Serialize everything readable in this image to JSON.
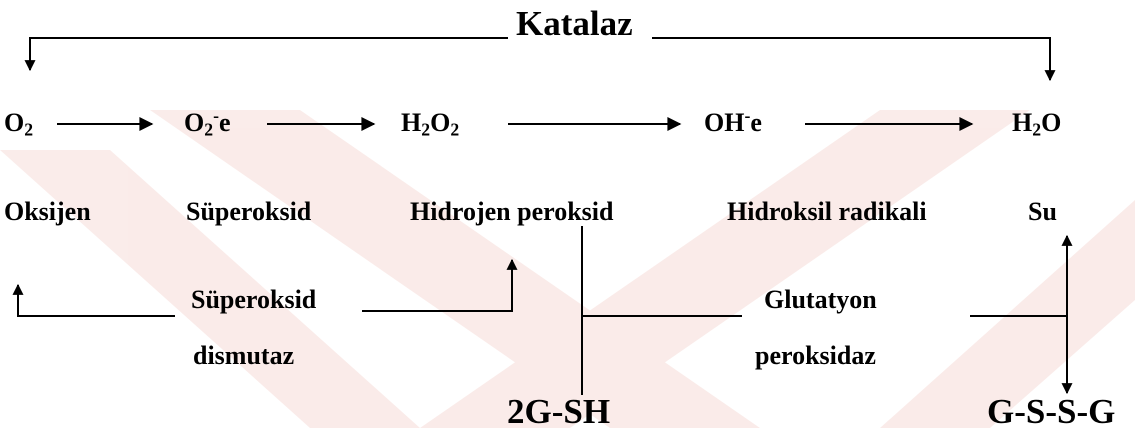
{
  "enzymes": {
    "catalase": "Katalaz",
    "sod_line1": "Süperoksid",
    "sod_line2": "dismutaz",
    "gpx_line1": "Glutatyon",
    "gpx_line2": "peroksidaz"
  },
  "species": {
    "o2": {
      "base": "O",
      "sub": "2"
    },
    "superoxide": {
      "base": "O",
      "sub": "2",
      "sup": "-",
      "tail": "e"
    },
    "h2o2": {
      "p1": "H",
      "s1": "2",
      "p2": "O",
      "s2": "2"
    },
    "hydroxyl": {
      "base": "OH",
      "sup": "-",
      "tail": "e"
    },
    "water": {
      "p1": "H",
      "s1": "2",
      "p2": "O"
    }
  },
  "names": {
    "oxygen": "Oksijen",
    "superoxide": "Süperoksid",
    "h2o2": "Hidrojen peroksid",
    "hydroxyl": "Hidroksil radikali",
    "water": "Su"
  },
  "glutathione": {
    "reduced": "2G-SH",
    "oxidized": "G-S-S-G"
  },
  "colors": {
    "ink": "#000000",
    "watermark": "#f6dcd8"
  }
}
